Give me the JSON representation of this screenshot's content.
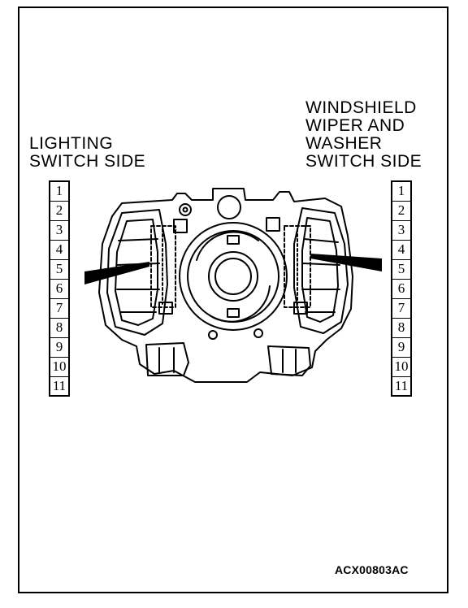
{
  "labels": {
    "left": "LIGHTING\nSWITCH SIDE",
    "right": "WINDSHIELD\nWIPER AND\nWASHER\nSWITCH SIDE"
  },
  "pins_left": [
    "1",
    "2",
    "3",
    "4",
    "5",
    "6",
    "7",
    "8",
    "9",
    "10",
    "11"
  ],
  "pins_right": [
    "1",
    "2",
    "3",
    "4",
    "5",
    "6",
    "7",
    "8",
    "9",
    "10",
    "11"
  ],
  "figure_code": "ACX00803AC"
}
